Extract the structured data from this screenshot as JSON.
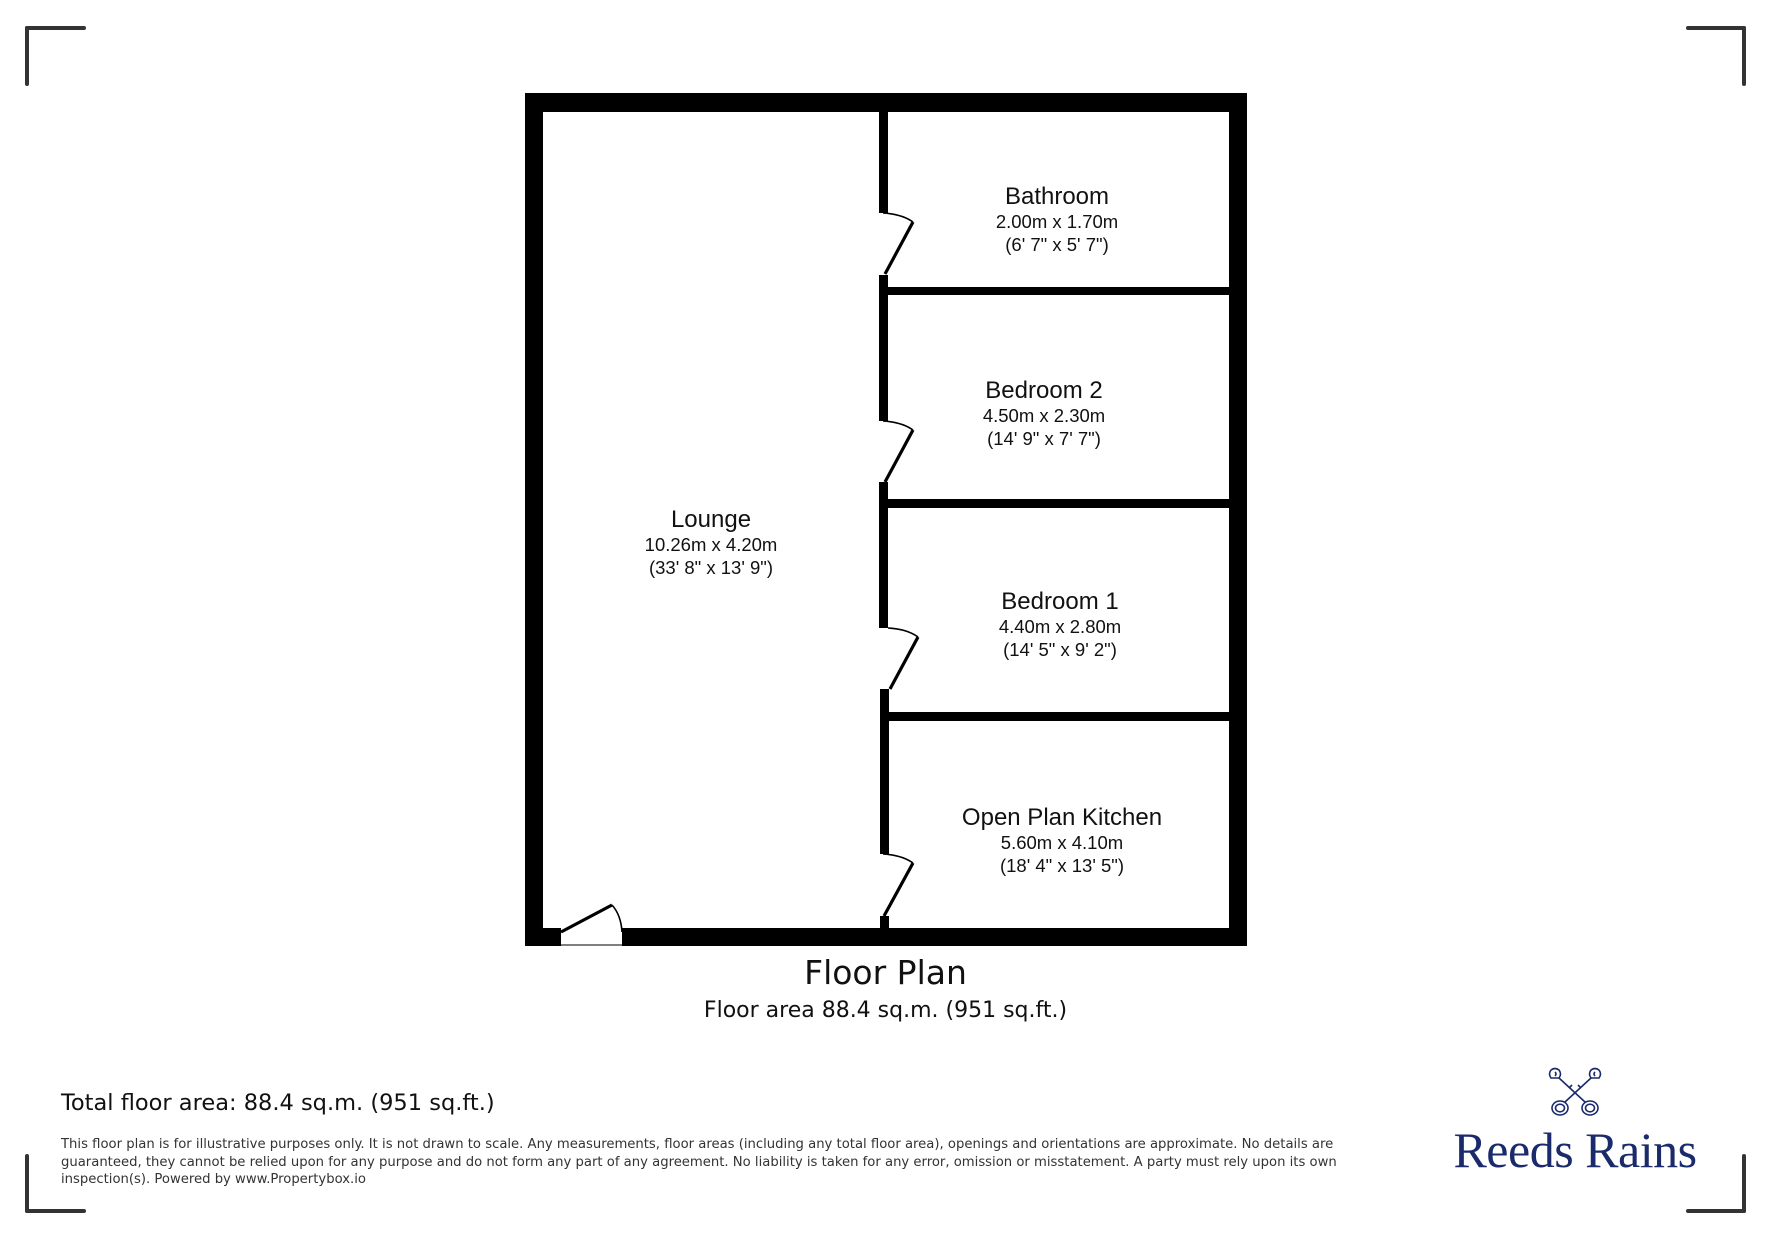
{
  "plan": {
    "title": "Floor Plan",
    "subtitle": "Floor area 88.4 sq.m. (951 sq.ft.)",
    "rooms": [
      {
        "name": "Lounge",
        "metric": "10.26m x 4.20m",
        "imperial": "(33' 8\" x 13' 9\")"
      },
      {
        "name": "Bathroom",
        "metric": "2.00m x 1.70m",
        "imperial": "(6' 7\" x 5' 7\")"
      },
      {
        "name": "Bedroom 2",
        "metric": "4.50m x 2.30m",
        "imperial": "(14' 9\" x 7' 7\")"
      },
      {
        "name": "Bedroom 1",
        "metric": "4.40m x 2.80m",
        "imperial": "(14' 5\" x 9' 2\")"
      },
      {
        "name": "Open Plan Kitchen",
        "metric": "5.60m x 4.10m",
        "imperial": "(18' 4\" x 13' 5\")"
      }
    ]
  },
  "footer": {
    "total_area": "Total floor area: 88.4 sq.m. (951 sq.ft.)",
    "disclaimer": "This floor plan is for illustrative purposes only. It is not drawn to scale. Any measurements, floor areas (including any total floor area), openings and orientations are approximate. No details are guaranteed, they cannot be relied upon for any purpose and do not form any part of any agreement. No liability is taken for any error, omission or misstatement. A party must rely upon its own inspection(s). Powered by www.Propertybox.io"
  },
  "brand": {
    "name": "Reeds Rains",
    "icon": "crossed-keys-icon",
    "color": "#1b2a6b"
  },
  "colors": {
    "wall": "#000000",
    "corner_marks": "#333333",
    "text": "#111111"
  }
}
